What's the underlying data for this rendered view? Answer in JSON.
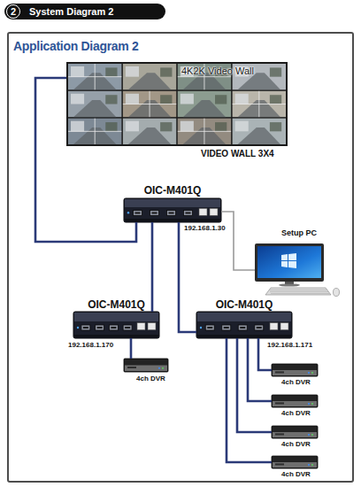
{
  "diagram": {
    "nodes": [
      {
        "text": [
          "System Diagram 2"
        ]
      },
      {
        "text": [
          "2"
        ],
        "in": 0
      },
      {
        "text": [
          "Application Diagram 2"
        ]
      },
      {
        "text": [
          "4K2K Video Wall",
          "VIDEO WALL 3X4"
        ],
        "in": 2
      },
      {
        "text": [
          "OIC-M401Q",
          "192.168.1.30"
        ],
        "in": 2
      },
      {
        "text": [
          "Setup PC"
        ],
        "in": 2
      },
      {
        "text": [
          "OIC-M401Q",
          "192.168.1.170"
        ],
        "in": 2
      },
      {
        "text": [
          "OIC-M401Q",
          "192.168.1.171"
        ],
        "in": 2
      },
      {
        "text": [
          "4ch DVR"
        ],
        "in": 2
      },
      {
        "text": [
          "4ch DVR"
        ],
        "in": 2
      },
      {
        "text": [
          "4ch DVR"
        ],
        "in": 2
      },
      {
        "text": [
          "4ch DVR"
        ],
        "in": 2
      },
      {
        "text": [
          "4ch DVR"
        ],
        "in": 2
      }
    ],
    "edges": [
      {
        "from": 4,
        "to": 3,
        "arrow": "none"
      },
      {
        "from": 4,
        "to": 5,
        "arrow": "none"
      },
      {
        "from": 4,
        "to": 6,
        "arrow": "none"
      },
      {
        "from": 4,
        "to": 7,
        "arrow": "none"
      },
      {
        "from": 6,
        "to": 8,
        "arrow": "none"
      },
      {
        "from": 7,
        "to": 9,
        "arrow": "none"
      },
      {
        "from": 7,
        "to": 10,
        "arrow": "none"
      },
      {
        "from": 7,
        "to": 11,
        "arrow": "none"
      },
      {
        "from": 7,
        "to": 12,
        "arrow": "none"
      }
    ]
  }
}
